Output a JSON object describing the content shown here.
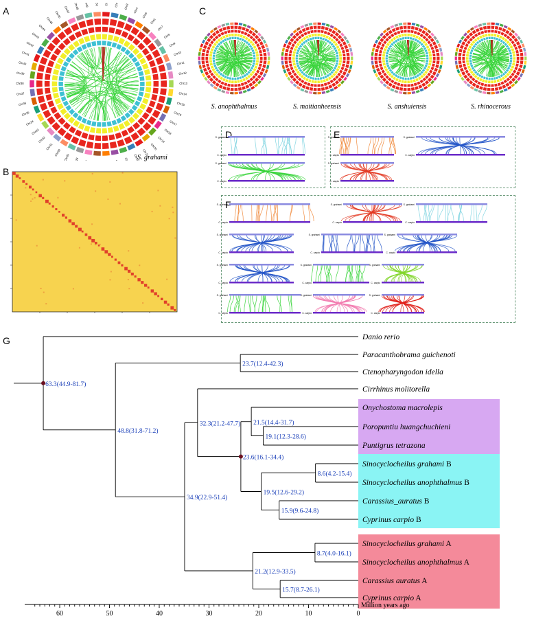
{
  "panels": {
    "a": "A",
    "b": "B",
    "c": "C",
    "d": "D",
    "e": "E",
    "f": "F",
    "g": "G"
  },
  "circos_main": {
    "species": "S. grahami",
    "chromosomes": [
      "Chr1",
      "Chr2",
      "Chr3",
      "Chr4",
      "Chr5",
      "Chr6",
      "Chr7",
      "Chr8",
      "Chr9",
      "Chr10",
      "Chr11",
      "Chr12",
      "Chr13",
      "Chr14",
      "Chr15",
      "Chr16",
      "Chr17",
      "Chr18",
      "Chr19",
      "Chr20",
      "Chr21",
      "Chr22",
      "Chr23",
      "Chr24",
      "Chr25",
      "Chr26",
      "Chr27",
      "Chr28",
      "Chr29",
      "Chr30",
      "Chr31",
      "Chr32",
      "Chr33",
      "Chr34",
      "Chr35",
      "Chr36",
      "Chr37",
      "Chr38",
      "Chr39",
      "Chr40",
      "Chr41",
      "Chr42",
      "Chr43",
      "Chr44",
      "Chr45",
      "Chr46",
      "Chr47",
      "Chr48",
      "Chr49",
      "Chr50"
    ]
  },
  "circos_small": [
    {
      "species": "S. anophthalmus"
    },
    {
      "species": "S. maitianheensis"
    },
    {
      "species": "S. anshuiensis"
    },
    {
      "species": "S. rhinocerous"
    }
  ],
  "synteny_labels": {
    "top": "S. grahami",
    "bottom": "C. carpio"
  },
  "colors": {
    "ring_red": "#e8261e",
    "ring_yellow": "#f2ef2a",
    "ring_cyan": "#3ec1d3",
    "link_green": "#37d43a",
    "heatmap_bg": "#f7d34f",
    "heatmap_diag": "#e0412a",
    "clade_purple": "#d7a8f2",
    "clade_cyan": "#8af4f4",
    "clade_red": "#f48a9a",
    "node_label": "#1a3fb8"
  },
  "tree": {
    "taxa": [
      {
        "genus": "Danio rerio",
        "suffix": ""
      },
      {
        "genus": "Paracanthobrama guichenoti",
        "suffix": ""
      },
      {
        "genus": "Ctenopharyngodon idella",
        "suffix": ""
      },
      {
        "genus": "Cirrhinus molitorella",
        "suffix": ""
      },
      {
        "genus": "Onychostoma macrolepis",
        "suffix": ""
      },
      {
        "genus": "Poropuntiu huangchuchieni",
        "suffix": ""
      },
      {
        "genus": "Puntigrus tetrazona",
        "suffix": ""
      },
      {
        "genus": "Sinocyclocheilus grahami",
        "suffix": " B"
      },
      {
        "genus": "Sinocyclocheilus anophthalmus",
        "suffix": " B"
      },
      {
        "genus": "Carassius_auratus",
        "suffix": " B"
      },
      {
        "genus": "Cyprinus carpio",
        "suffix": " B"
      },
      {
        "genus": "Sinocyclocheilus grahami",
        "suffix": " A"
      },
      {
        "genus": "Sinocyclocheilus anophthalmus",
        "suffix": " A"
      },
      {
        "genus": "Carassius auratus",
        "suffix": " A"
      },
      {
        "genus": "Cyprinus carpio",
        "suffix": " A"
      }
    ],
    "nodes": [
      {
        "age": 63.3,
        "label": "63.3(44.9-81.7)",
        "calibrated": true
      },
      {
        "age": 48.8,
        "label": "48.8(31.8-71.2)",
        "calibrated": false
      },
      {
        "age": 23.7,
        "label": "23.7(12.4-42.3)",
        "calibrated": false
      },
      {
        "age": 34.9,
        "label": "34.9(22.9-51.4)",
        "calibrated": false
      },
      {
        "age": 32.3,
        "label": "32.3(21.2-47.7)",
        "calibrated": false
      },
      {
        "age": 21.5,
        "label": "21.5(14.4-31.7)",
        "calibrated": false
      },
      {
        "age": 19.1,
        "label": "19.1(12.3-28.6)",
        "calibrated": false
      },
      {
        "age": 23.6,
        "label": "23.6(16.1-34.4)",
        "calibrated": true
      },
      {
        "age": 19.5,
        "label": "19.5(12.6-29.2)",
        "calibrated": false
      },
      {
        "age": 8.6,
        "label": "8.6(4.2-15.4)",
        "calibrated": false
      },
      {
        "age": 15.9,
        "label": "15.9(9.6-24.8)",
        "calibrated": false
      },
      {
        "age": 21.2,
        "label": "21.2(12.9-33.5)",
        "calibrated": false
      },
      {
        "age": 8.7,
        "label": "8.7(4.0-16.1)",
        "calibrated": false
      },
      {
        "age": 15.7,
        "label": "15.7(8.7-26.1)",
        "calibrated": false
      }
    ],
    "axis": {
      "ticks": [
        60,
        50,
        40,
        30,
        20,
        10,
        0
      ],
      "label": "Million years ago"
    }
  }
}
